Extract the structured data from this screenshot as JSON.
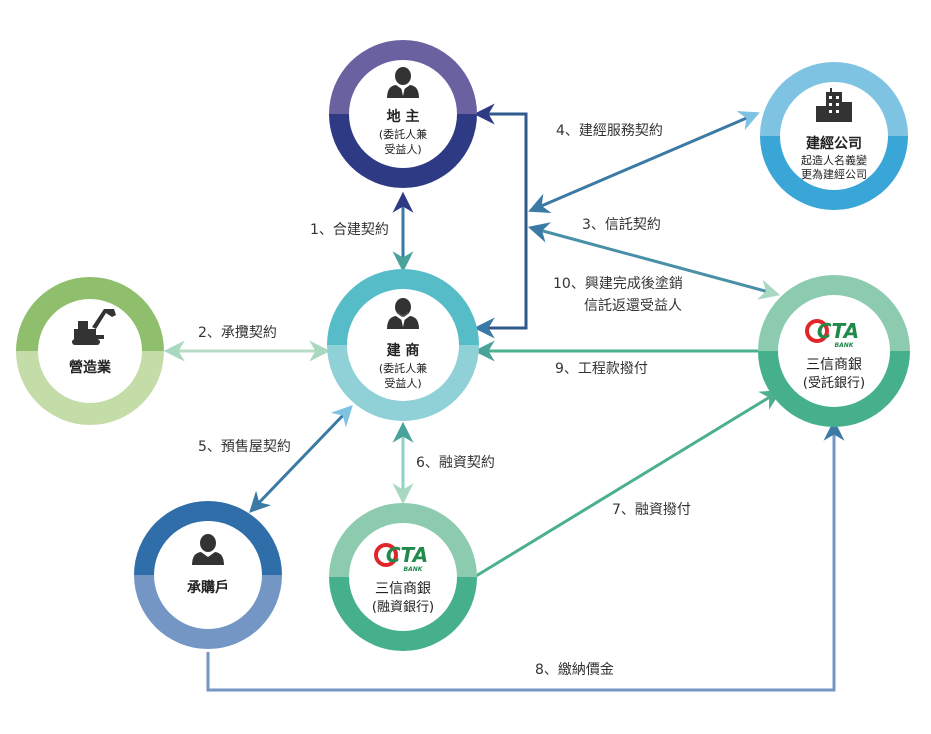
{
  "nodes": {
    "landowner": {
      "name": "地 主",
      "sub1": "(委託人兼",
      "sub2": "受益人)",
      "ring_top": "#6a62a0",
      "ring_bottom": "#2e3a84"
    },
    "builder": {
      "name": "建 商",
      "sub1": "(委託人兼",
      "sub2": "受益人)",
      "ring_top": "#56bcc8",
      "ring_bottom": "#8fd1d6"
    },
    "construction": {
      "name": "營造業",
      "ring_top": "#8fbf6d",
      "ring_bottom": "#c4dca8"
    },
    "consultant": {
      "name": "建經公司",
      "sub1": "起造人名義變",
      "sub2": "更為建經公司",
      "ring_top": "#7fc3e3",
      "ring_bottom": "#3aa6d8"
    },
    "trust_bank": {
      "name": "三信商銀",
      "sub1": "(受託銀行)",
      "logo": "CTA",
      "logo_sub": "BANK",
      "ring_top": "#8ccbb0",
      "ring_bottom": "#46b08c"
    },
    "loan_bank": {
      "name": "三信商銀",
      "sub1": "(融資銀行)",
      "logo": "CTA",
      "logo_sub": "BANK",
      "ring_top": "#8ccbb0",
      "ring_bottom": "#46b08c"
    },
    "buyer": {
      "name": "承購戶",
      "ring_top": "#2f6ea8",
      "ring_bottom": "#7396c5"
    }
  },
  "edges": {
    "e1": {
      "label": "1、合建契約"
    },
    "e2": {
      "label": "2、承攬契約"
    },
    "e3": {
      "label": "3、信託契約"
    },
    "e4": {
      "label": "4、建經服務契約"
    },
    "e5": {
      "label": "5、預售屋契約"
    },
    "e6": {
      "label": "6、融資契約"
    },
    "e7": {
      "label": "7、融資撥付"
    },
    "e8": {
      "label": "8、繳納價金"
    },
    "e9": {
      "label": "9、工程款撥付"
    },
    "e10": {
      "line1": "10、興建完成後塗銷",
      "line2": "信託返還受益人"
    }
  },
  "colors": {
    "edge_blue": "#3a7aa5",
    "edge_green": "#5cb89a",
    "edge_light": "#9fd4cc",
    "logo_red": "#e0262b",
    "logo_green": "#1f8a4c"
  }
}
